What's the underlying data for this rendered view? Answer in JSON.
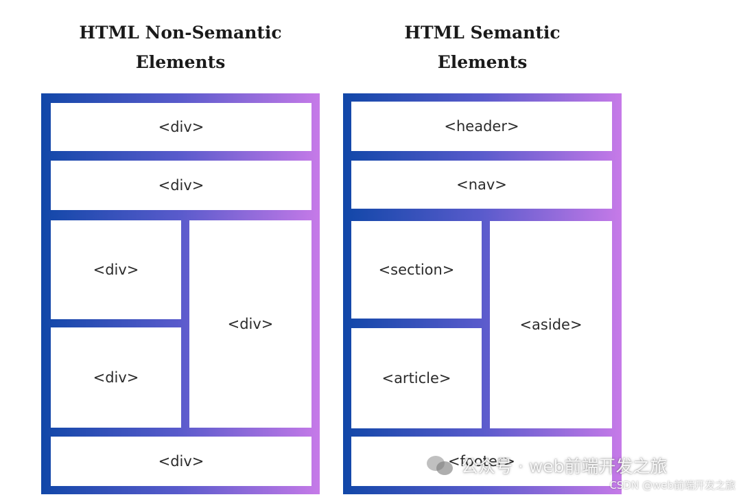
{
  "left_title_line1": "HTML Non-Semantic",
  "left_title_line2": "Elements",
  "right_title_line1": "HTML Semantic",
  "right_title_line2": "Elements",
  "left_labels": {
    "top1": "<div>",
    "top2": "<div>",
    "mid_left_top": "<div>",
    "mid_left_bottom": "<div>",
    "mid_right": "<div>",
    "bottom": "<div>"
  },
  "right_labels": {
    "top1": "<header>",
    "top2": "<nav>",
    "mid_left_top": "<section>",
    "mid_left_bottom": "<article>",
    "mid_right": "<aside>",
    "bottom": "<footer>"
  },
  "watermark": {
    "main": "公众号 · web前端开发之旅",
    "sub": "CSDN @web前端开发之旅",
    "icon": "wechat-icon"
  },
  "colors": {
    "gradient_start": "#1147a8",
    "gradient_mid": "#5a5bcc",
    "gradient_end": "#c67ae8"
  }
}
